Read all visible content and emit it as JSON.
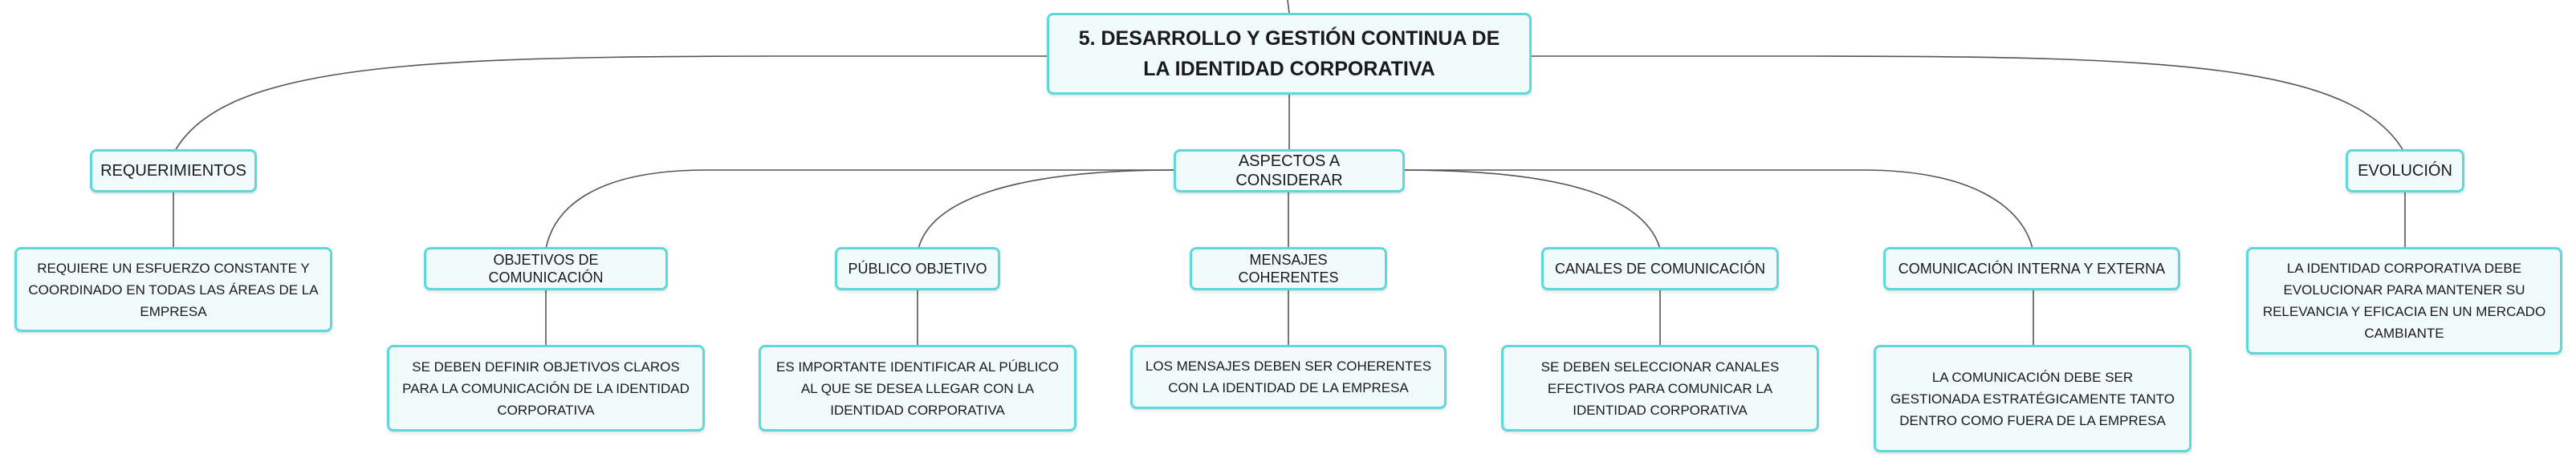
{
  "colors": {
    "node_border": "#5fd8dc",
    "node_fill": "#f1fbfc",
    "connector": "#555555",
    "text": "#1a1a1a"
  },
  "root": {
    "label": "5. DESARROLLO Y GESTIÓN CONTINUA DE LA IDENTIDAD CORPORATIVA"
  },
  "branches": {
    "requerimientos": {
      "label": "REQUERIMIENTOS",
      "detail": "REQUIERE UN ESFUERZO CONSTANTE Y COORDINADO EN TODAS LAS ÁREAS DE LA EMPRESA"
    },
    "aspectos": {
      "label": "ASPECTOS A CONSIDERAR",
      "items": [
        {
          "label": "OBJETIVOS DE COMUNICACIÓN",
          "detail": "SE DEBEN DEFINIR OBJETIVOS CLAROS PARA LA COMUNICACIÓN DE LA IDENTIDAD CORPORATIVA"
        },
        {
          "label": "PÚBLICO OBJETIVO",
          "detail": "ES IMPORTANTE IDENTIFICAR AL PÚBLICO AL QUE SE DESEA LLEGAR CON LA IDENTIDAD CORPORATIVA"
        },
        {
          "label": "MENSAJES COHERENTES",
          "detail": "LOS MENSAJES DEBEN SER COHERENTES CON LA IDENTIDAD DE LA EMPRESA"
        },
        {
          "label": "CANALES DE COMUNICACIÓN",
          "detail": "SE DEBEN SELECCIONAR CANALES EFECTIVOS PARA COMUNICAR LA IDENTIDAD CORPORATIVA"
        },
        {
          "label": "COMUNICACIÓN INTERNA Y EXTERNA",
          "detail": "LA COMUNICACIÓN DEBE SER GESTIONADA ESTRATÉGICAMENTE TANTO DENTRO COMO FUERA DE LA EMPRESA"
        }
      ]
    },
    "evolucion": {
      "label": "EVOLUCIÓN",
      "detail": "LA IDENTIDAD CORPORATIVA DEBE EVOLUCIONAR PARA MANTENER SU RELEVANCIA Y EFICACIA EN UN MERCADO CAMBIANTE"
    }
  }
}
